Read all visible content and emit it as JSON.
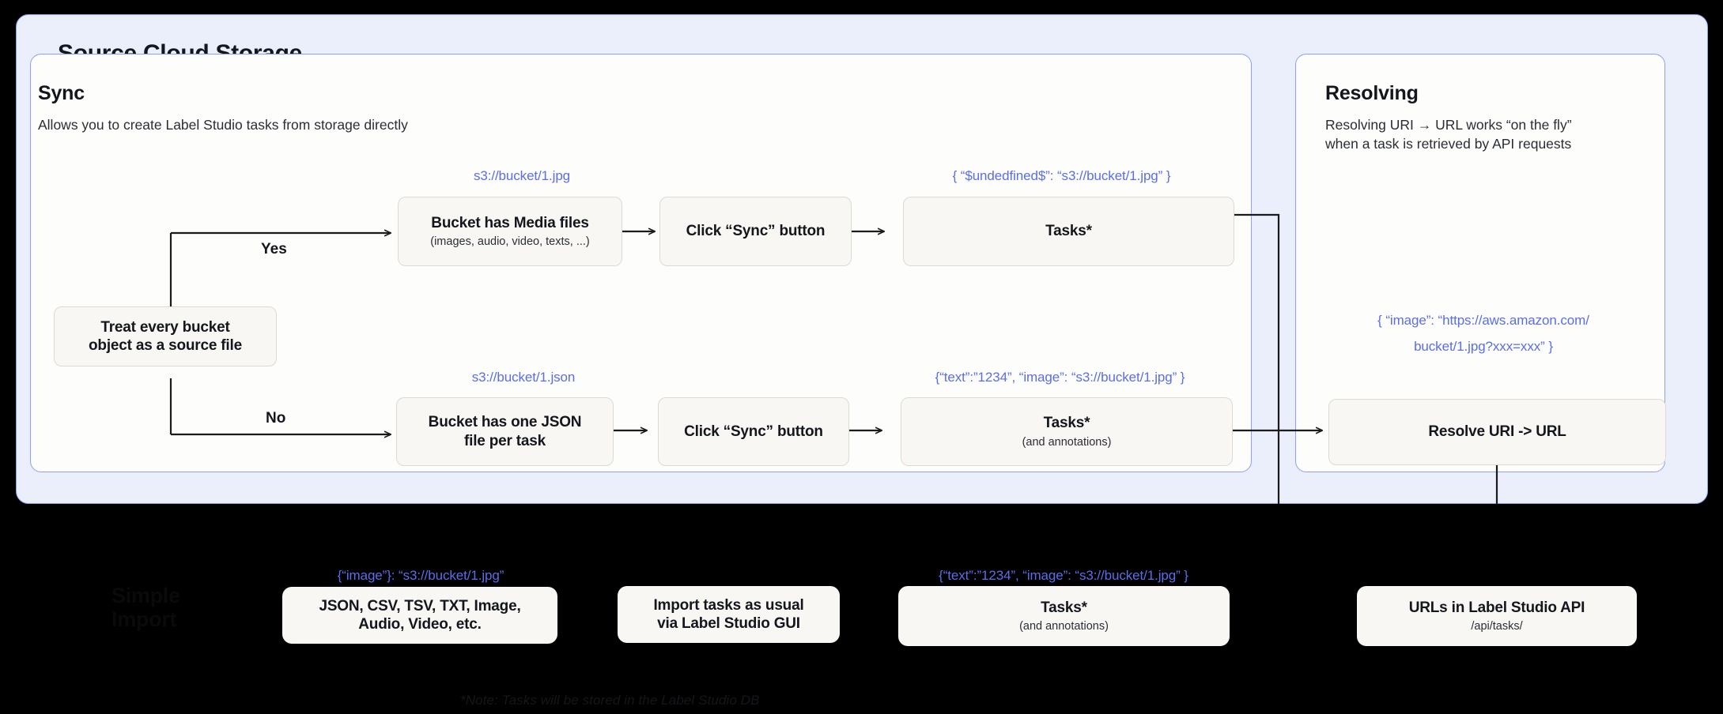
{
  "panel": {
    "title": "Source Cloud Storage",
    "accent_border": "#8fa0f2",
    "accent_bg": "#ebeefb",
    "code_color": "#5a6ee8",
    "node_bg": "#f8f7f4"
  },
  "sync": {
    "title": "Sync",
    "subtitle": "Allows you to create Label Studio tasks from storage directly",
    "decision": {
      "label": "Treat every bucket\nobject as a source file",
      "line1": "Treat every bucket",
      "line2": "object as a source file",
      "yes_label": "Yes",
      "no_label": "No"
    },
    "branch_yes": {
      "uri": "s3://bucket/1.jpg",
      "bucket_box_title": "Bucket has Media files",
      "bucket_box_sub": "(images, audio, video, texts, ...)",
      "sync_button_box": "Click “Sync” button",
      "tasks_json": "{ “$undedfined$”: “s3://bucket/1.jpg” }",
      "tasks_box_title": "Tasks*",
      "tasks_box_sub": ""
    },
    "branch_no": {
      "uri": "s3://bucket/1.json",
      "bucket_box_title_l1": "Bucket has one JSON",
      "bucket_box_title_l2": "file per task",
      "sync_button_box": "Click “Sync” button",
      "tasks_json": "{“text”:”1234”,  “image”: “s3://bucket/1.jpg” }",
      "tasks_box_title": "Tasks*",
      "tasks_box_sub": "(and annotations)"
    }
  },
  "resolving": {
    "title": "Resolving",
    "subtitle_l1": "Resolving URI → URL works “on the fly”",
    "subtitle_l2": "when a task is retrieved by API requests",
    "result_json_l1": "{ “image”: “https://aws.amazon.com/",
    "result_json_l2": "bucket/1.jpg?xxx=xxx” }",
    "resolve_box": "Resolve URI -> URL"
  },
  "simple_import": {
    "title_l1": "Simple",
    "title_l2": "Import",
    "formats_json": "{“image”}: “s3://bucket/1.jpg”",
    "formats_box_l1": "JSON, CSV, TSV, TXT, Image,",
    "formats_box_l2": "Audio, Video, etc.",
    "import_box_l1": "Import tasks as usual",
    "import_box_l2": "via Label Studio GUI",
    "tasks_json": "{“text”:”1234”,  “image”: “s3://bucket/1.jpg” }",
    "tasks_box_title": "Tasks*",
    "tasks_box_sub": "(and annotations)",
    "api_box_title": "URLs in Label Studio API",
    "api_box_sub": "/api/tasks/"
  },
  "footnote": "*Note: Tasks will be stored in the Label Studio DB"
}
